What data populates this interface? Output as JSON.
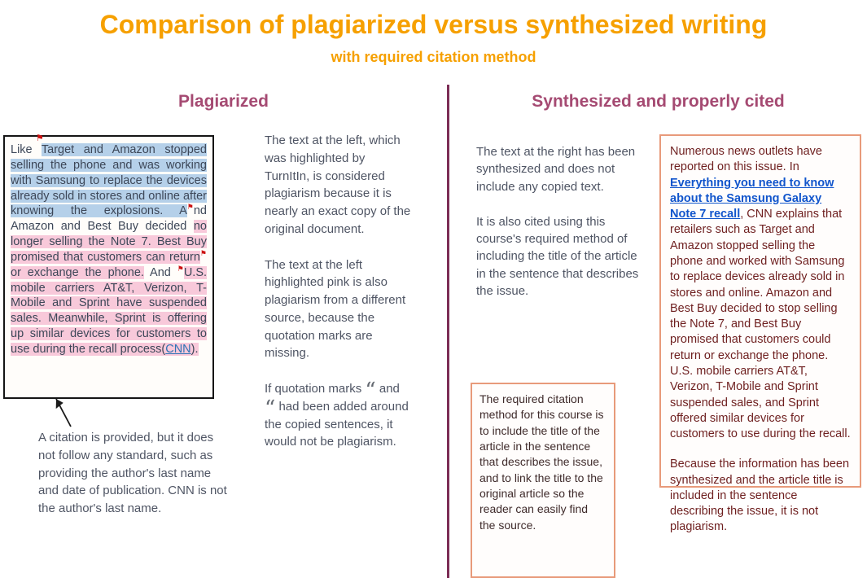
{
  "title": "Comparison of plagiarized versus synthesized writing",
  "subtitle": "with required citation method",
  "colors": {
    "title_orange": "#F6A000",
    "heading_rose": "#A54A72",
    "divider_maroon": "#7c2d56",
    "highlight_blue": "#b5d0e9",
    "highlight_pink": "#f8c9da",
    "link_blue": "#1155cc",
    "cnn_link_blue": "#2e74b5",
    "box_border_orange": "#e89a7a",
    "synth_text_red": "#6e1f1f"
  },
  "columns": {
    "left_heading": "Plagiarized",
    "right_heading": "Synthesized and properly cited"
  },
  "plagiarized_box": {
    "corner_flag": "⚑",
    "segments": {
      "s0": "Like ",
      "s1": "Target and Amazon stopped selling the phone and was working with Samsung to replace the devices already sold in stores and online after knowing the explosions. A",
      "flag1": "⚑",
      "s2": "nd Amazon and Best Buy decided ",
      "s3": "no longer selling the Note 7. Best Buy promised that customers can return",
      "flag2": "⚑",
      "s4": " or exchange the phone.",
      "s5": " And ",
      "flag3": "⚑",
      "s6": "U.S. mobile carriers AT&T, Verizon, T-Mobile and Sprint have suspended sales. Meanwhile, Sprint is offering up similar devices for customers to use during the recall process(",
      "link": "CNN",
      "s7": ")."
    }
  },
  "citation_note": "A citation is provided, but it does not follow any standard, such as providing the author's last name and date of publication. CNN is not the author's last name.",
  "middle": {
    "p1": "The text at the left, which was highlighted by TurnItIn, is considered plagiarism because it is nearly an exact copy of the original document.",
    "p2": "The text at the left highlighted pink is also plagiarism from a different source, because the quotation marks are missing.",
    "p3_before": "If quotation marks",
    "quote_open": "“",
    "p3_mid": "and",
    "quote_close": "“",
    "p3_after": "had been added around the copied sentences, it would not be plagiarism."
  },
  "synthesized": {
    "p1": "The text at the right has been synthesized and does not include any copied text.",
    "p2": "It is also cited using this course's required method of including the title of the article in the sentence that describes the issue."
  },
  "synth_box": {
    "p1_before": "Numerous news outlets have reported on this issue. In ",
    "link": "Everything you need to know about the Samsung Galaxy Note 7 recall",
    "p1_after": ", CNN explains that retailers such as Target and Amazon stopped selling the phone and worked with Samsung to replace devices already sold in stores and online. Amazon and Best Buy decided to stop selling the Note 7, and Best Buy promised that customers could return or exchange the phone. U.S. mobile carriers AT&T, Verizon, T-Mobile and Sprint suspended sales, and Sprint offered similar devices for customers to use during the recall.",
    "p2": "Because the information has been synthesized and the article title is included in the sentence describing the issue, it is not plagiarism."
  },
  "method_box": {
    "text": "The required citation method for this course is to include the title of the article in the sentence that describes the issue, and to link the title to the original article so the reader can easily find the source."
  }
}
